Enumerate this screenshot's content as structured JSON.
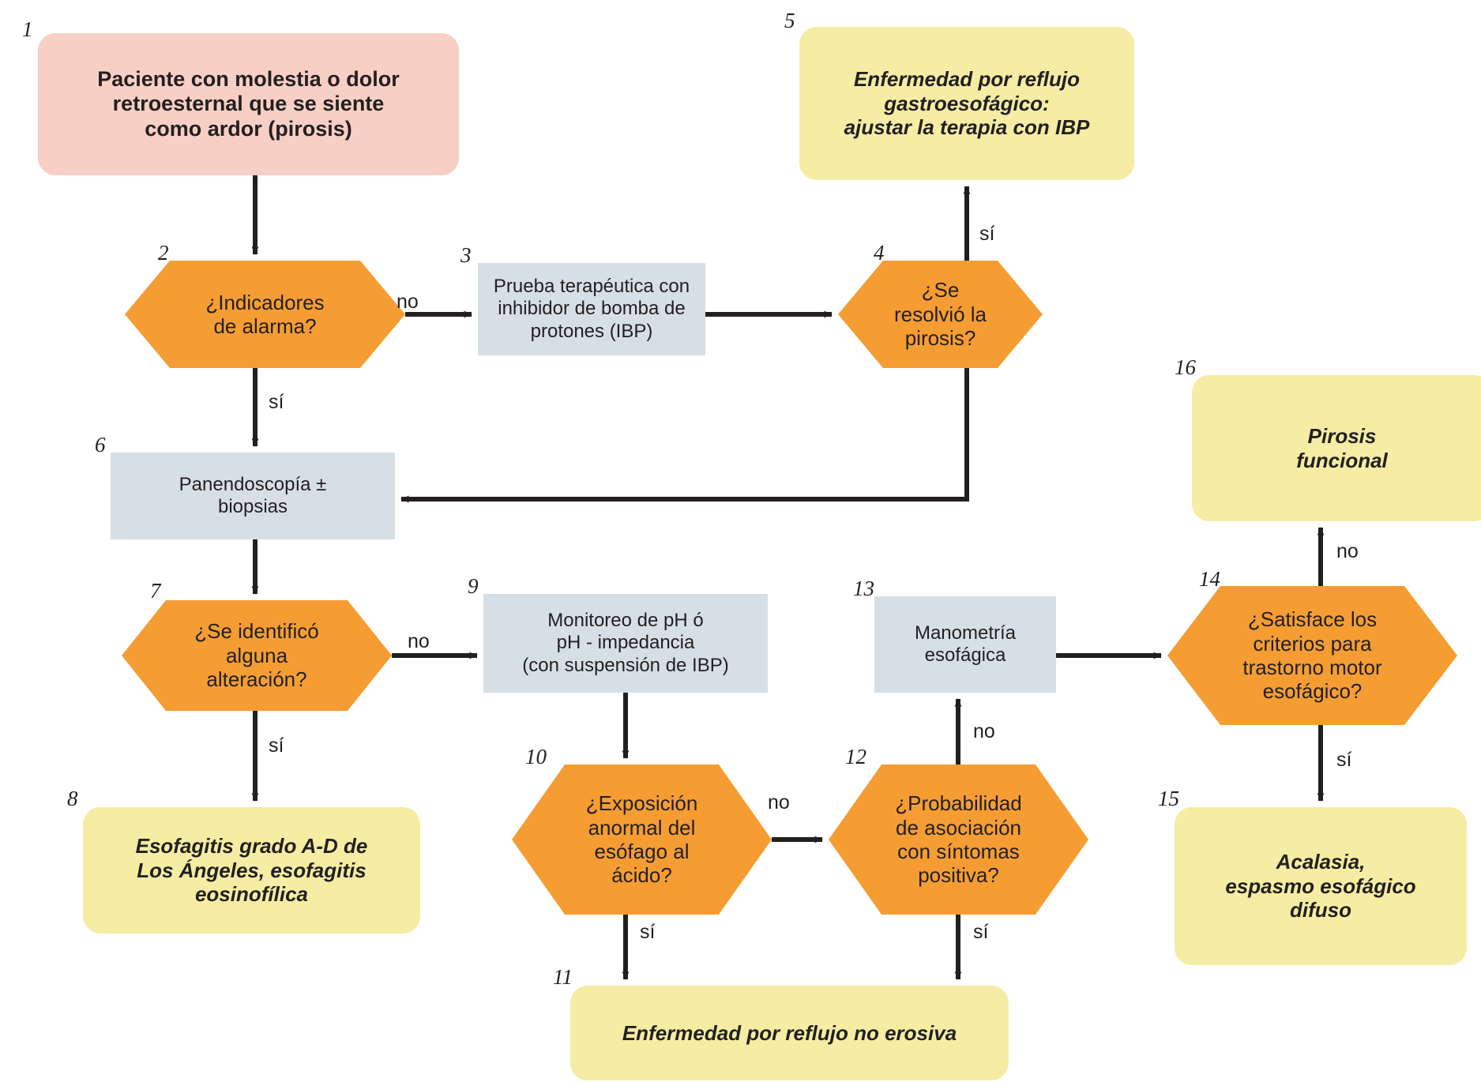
{
  "figure": {
    "type": "flowchart",
    "language": "es",
    "background": "#ffffff",
    "palette": {
      "start_fill": "#f7cfc4",
      "process_fill": "#d6dfe5",
      "decision_fill": "#f59d33",
      "terminal_fill": "#f4eda3",
      "line": "#231f20",
      "text": "#231f20"
    }
  },
  "nodes": [
    {
      "id": 1,
      "num": "1",
      "shape": "rounded-rect",
      "kind": "start",
      "text": "Paciente con molestia o dolor\nretroesternal que se siente\ncomo ardor (pirosis)"
    },
    {
      "id": 2,
      "num": "2",
      "shape": "hexagon",
      "kind": "decision",
      "text": "¿Indicadores\nde alarma?"
    },
    {
      "id": 3,
      "num": "3",
      "shape": "rect",
      "kind": "process",
      "text": "Prueba terapéutica con\ninhibidor de bomba de\nprotones (IBP)"
    },
    {
      "id": 4,
      "num": "4",
      "shape": "hexagon",
      "kind": "decision",
      "text": "¿Se\nresolvió la\npirosis?"
    },
    {
      "id": 5,
      "num": "5",
      "shape": "rounded-rect",
      "kind": "terminal",
      "text": "Enfermedad por reflujo\ngastroesofágico:\najustar la terapia con IBP"
    },
    {
      "id": 6,
      "num": "6",
      "shape": "rect",
      "kind": "process",
      "text": "Panendoscopía ±\nbiopsias"
    },
    {
      "id": 7,
      "num": "7",
      "shape": "hexagon",
      "kind": "decision",
      "text": "¿Se identificó\nalguna\nalteración?"
    },
    {
      "id": 8,
      "num": "8",
      "shape": "rounded-rect",
      "kind": "terminal",
      "text": "Esofagitis grado A-D de\nLos Ángeles, esofagitis\neosinofílica"
    },
    {
      "id": 9,
      "num": "9",
      "shape": "rect",
      "kind": "process",
      "text": "Monitoreo de pH ó\npH - impedancia\n(con suspensión de IBP)"
    },
    {
      "id": 10,
      "num": "10",
      "shape": "hexagon",
      "kind": "decision",
      "text": "¿Exposición\nanormal del\nesófago al\nácido?"
    },
    {
      "id": 11,
      "num": "11",
      "shape": "rounded-rect",
      "kind": "terminal",
      "text": "Enfermedad por reflujo no erosiva"
    },
    {
      "id": 12,
      "num": "12",
      "shape": "hexagon",
      "kind": "decision",
      "text": "¿Probabilidad\nde asociación\ncon síntomas\npositiva?"
    },
    {
      "id": 13,
      "num": "13",
      "shape": "rect",
      "kind": "process",
      "text": "Manometría\nesofágica"
    },
    {
      "id": 14,
      "num": "14",
      "shape": "hexagon",
      "kind": "decision",
      "text": "¿Satisface los\ncriterios para\ntrastorno motor\nesofágico?"
    },
    {
      "id": 15,
      "num": "15",
      "shape": "rounded-rect",
      "kind": "terminal",
      "text": "Acalasia,\nespasmo esofágico\ndifuso"
    },
    {
      "id": 16,
      "num": "16",
      "shape": "rounded-rect",
      "kind": "terminal",
      "text": "Pirosis\nfuncional"
    }
  ],
  "edges": [
    {
      "from": 1,
      "to": 2,
      "label": ""
    },
    {
      "from": 2,
      "to": 3,
      "label": "no"
    },
    {
      "from": 2,
      "to": 6,
      "label": "sí"
    },
    {
      "from": 3,
      "to": 4,
      "label": ""
    },
    {
      "from": 4,
      "to": 5,
      "label": "sí"
    },
    {
      "from": 4,
      "to": 6,
      "label": ""
    },
    {
      "from": 6,
      "to": 7,
      "label": ""
    },
    {
      "from": 7,
      "to": 9,
      "label": "no"
    },
    {
      "from": 7,
      "to": 8,
      "label": "sí"
    },
    {
      "from": 9,
      "to": 10,
      "label": ""
    },
    {
      "from": 10,
      "to": 11,
      "label": "sí"
    },
    {
      "from": 10,
      "to": 12,
      "label": "no"
    },
    {
      "from": 12,
      "to": 11,
      "label": "sí"
    },
    {
      "from": 12,
      "to": 13,
      "label": "no"
    },
    {
      "from": 13,
      "to": 14,
      "label": ""
    },
    {
      "from": 14,
      "to": 15,
      "label": "sí"
    },
    {
      "from": 14,
      "to": 16,
      "label": "no"
    }
  ],
  "edge_labels": {
    "e2_3": "no",
    "e2_6": "sí",
    "e4_5": "sí",
    "e7_9": "no",
    "e7_8": "sí",
    "e10_11": "sí",
    "e10_12": "no",
    "e12_11": "sí",
    "e12_13": "no",
    "e14_15": "sí",
    "e14_16": "no"
  }
}
